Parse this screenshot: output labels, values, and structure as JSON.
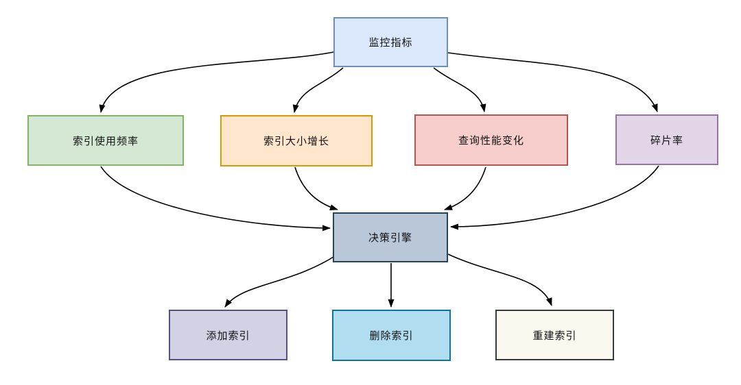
{
  "diagram": {
    "type": "flowchart",
    "background": "#ffffff",
    "edge_color": "#000000",
    "nodes": {
      "monitor": {
        "label": "监控指标",
        "fill": "#dbe8fc",
        "border": "#6c8ebf"
      },
      "freq": {
        "label": "索引使用频率",
        "fill": "#d5e8d4",
        "border": "#82b366"
      },
      "size": {
        "label": "索引大小增长",
        "fill": "#ffe6cc",
        "border": "#d79b00"
      },
      "perf": {
        "label": "查询性能变化",
        "fill": "#f8cecc",
        "border": "#b85450"
      },
      "frag": {
        "label": "碎片率",
        "fill": "#e1d5e7",
        "border": "#9673a6"
      },
      "engine": {
        "label": "决策引擎",
        "fill": "#b9c7d8",
        "border": "#23445d"
      },
      "add": {
        "label": "添加索引",
        "fill": "#d3d2e5",
        "border": "#56517e"
      },
      "del": {
        "label": "删除索引",
        "fill": "#b1ddf0",
        "border": "#10739e"
      },
      "rebuild": {
        "label": "重建索引",
        "fill": "#faf8ef",
        "border": "#36393d"
      }
    },
    "edges": [
      {
        "from": "监控指标",
        "to": "索引使用频率"
      },
      {
        "from": "监控指标",
        "to": "索引大小增长"
      },
      {
        "from": "监控指标",
        "to": "查询性能变化"
      },
      {
        "from": "监控指标",
        "to": "碎片率"
      },
      {
        "from": "索引使用频率",
        "to": "决策引擎"
      },
      {
        "from": "索引大小增长",
        "to": "决策引擎"
      },
      {
        "from": "查询性能变化",
        "to": "决策引擎"
      },
      {
        "from": "碎片率",
        "to": "决策引擎"
      },
      {
        "from": "决策引擎",
        "to": "添加索引"
      },
      {
        "from": "决策引擎",
        "to": "删除索引"
      },
      {
        "from": "决策引擎",
        "to": "重建索引"
      }
    ]
  }
}
